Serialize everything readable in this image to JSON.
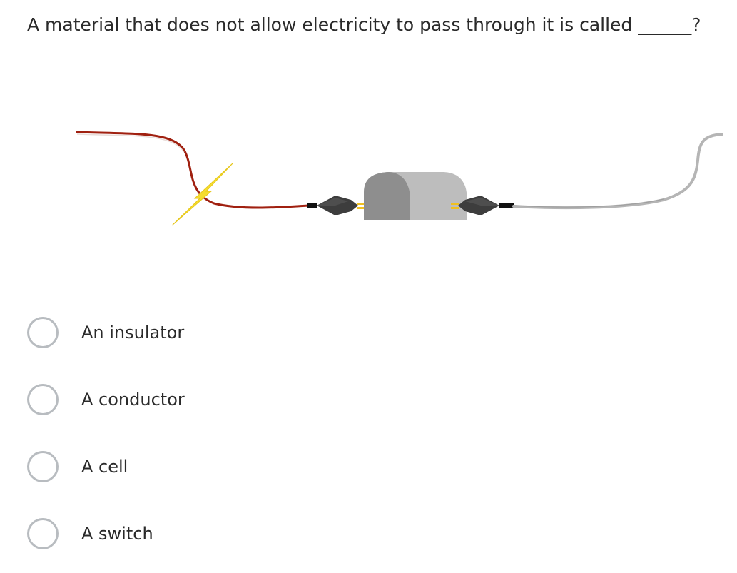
{
  "question": {
    "text": "A material that does not allow electricity to pass through it is called ______?"
  },
  "figure": {
    "icon": "circuit-with-insulator-illustration",
    "colors": {
      "red_wire": "#a02010",
      "grey_wire": "#b5b5b5",
      "clip": "#404040",
      "clip_tip": "#f0c020",
      "material": "#bdbdbd",
      "material_shadow": "#8e8e8e",
      "spark": "#f5dd2e"
    }
  },
  "options": [
    {
      "label": "An insulator",
      "selected": false
    },
    {
      "label": "A conductor",
      "selected": false
    },
    {
      "label": "A cell",
      "selected": false
    },
    {
      "label": "A switch",
      "selected": false
    }
  ]
}
